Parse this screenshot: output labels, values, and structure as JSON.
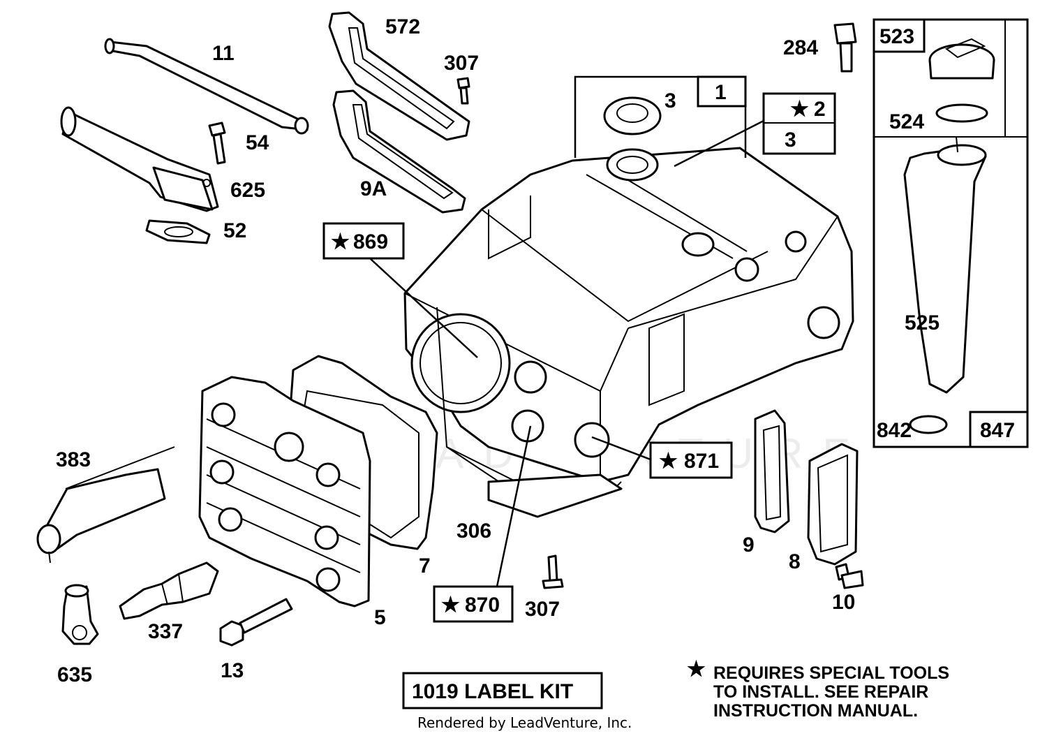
{
  "labels": {
    "p11": "11",
    "p572": "572",
    "p307a": "307",
    "p54": "54",
    "p625": "625",
    "p52": "52",
    "p9a": "9A",
    "p3a": "3",
    "p1": "1",
    "p2": "2",
    "p3b": "3",
    "p284": "284",
    "p523": "523",
    "p524": "524",
    "p525": "525",
    "p842": "842",
    "p847": "847",
    "p869": "869",
    "p871": "871",
    "p870": "870",
    "p383": "383",
    "p306": "306",
    "p7": "7",
    "p9": "9",
    "p8": "8",
    "p10": "10",
    "p307b": "307",
    "p337": "337",
    "p5": "5",
    "p635": "635",
    "p13": "13"
  },
  "star_glyph": "★",
  "label_kit": "1019 LABEL KIT",
  "note": {
    "line1": "REQUIRES SPECIAL TOOLS",
    "line2": "TO INSTALL.  SEE REPAIR",
    "line3": "INSTRUCTION MANUAL."
  },
  "footer": "Rendered by LeadVenture, Inc.",
  "watermark": "LEADVENTURE"
}
